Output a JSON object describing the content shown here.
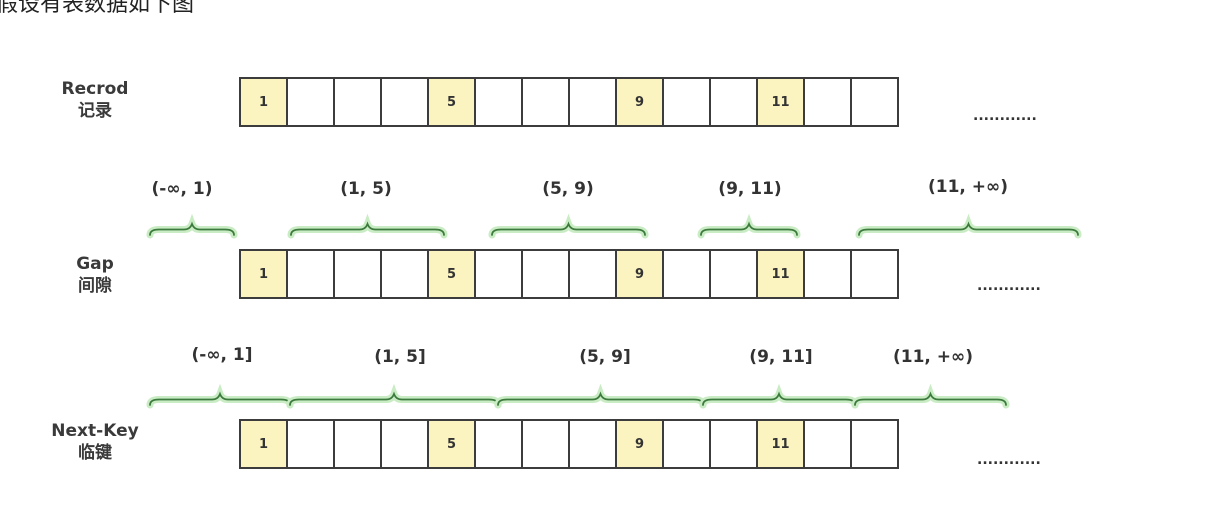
{
  "header_text": "假设有表数据如下图",
  "colors": {
    "highlight_cell": "#fbf4c0",
    "brace_stroke": "#3d7a3d",
    "brace_glow": "#c9ecc4",
    "cell_border": "#3c3c3c"
  },
  "record_cells": [
    "1",
    "",
    "",
    "",
    "5",
    "",
    "",
    "",
    "9",
    "",
    "",
    "11",
    "",
    ""
  ],
  "highlight_values": [
    "1",
    "5",
    "9",
    "11"
  ],
  "ellipsis": "............",
  "rows": {
    "record": {
      "label_en": "Recrod",
      "label_zh": "记录"
    },
    "gap": {
      "label_en": "Gap",
      "label_zh": "间隙",
      "intervals": [
        "(-∞, 1)",
        "(1, 5)",
        "(5, 9)",
        "(9, 11)",
        "(11, +∞)"
      ]
    },
    "next_key": {
      "label_en": "Next-Key",
      "label_zh": "临键",
      "intervals": [
        "(-∞, 1]",
        "(1, 5]",
        "(5, 9]",
        "(9, 11]",
        "(11, +∞)"
      ]
    }
  }
}
